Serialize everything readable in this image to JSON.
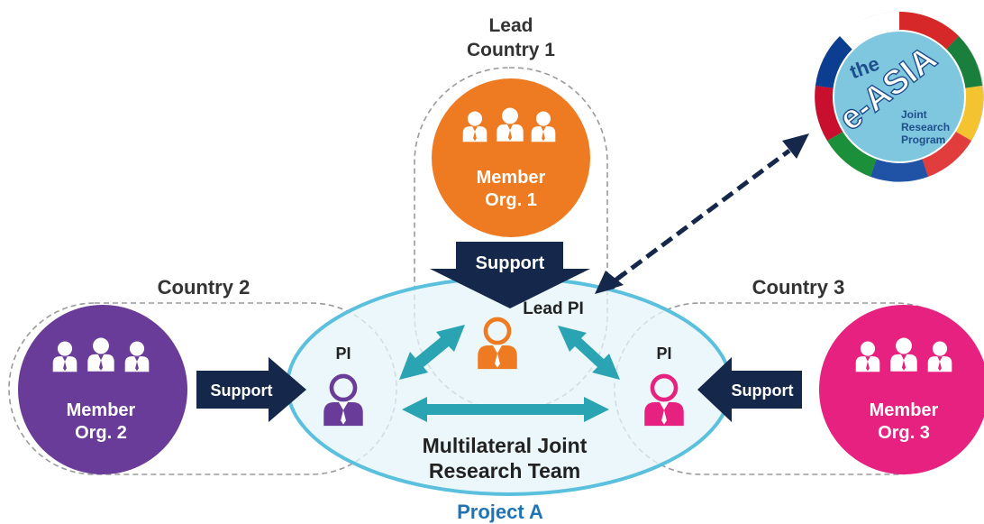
{
  "labels": {
    "lead_country_line1": "Lead",
    "lead_country_line2": "Country 1",
    "country2": "Country 2",
    "country3": "Country 3",
    "project": "Project A",
    "team_line1": "Multilateral Joint",
    "team_line2": "Research Team"
  },
  "orgs": {
    "org1": {
      "line1": "Member",
      "line2": "Org. 1",
      "color": "#EE7A22"
    },
    "org2": {
      "line1": "Member",
      "line2": "Org. 2",
      "color": "#6A3C9A"
    },
    "org3": {
      "line1": "Member",
      "line2": "Org. 3",
      "color": "#E6217F"
    }
  },
  "support": {
    "top": "Support",
    "left": "Support",
    "right": "Support"
  },
  "pis": {
    "lead": "Lead PI",
    "left": "PI",
    "right": "PI"
  },
  "logo": {
    "line1": "the",
    "line2": "e-ASIA",
    "line3": "Joint",
    "line4": "Research",
    "line5": "Program"
  },
  "colors": {
    "navy": "#15284B",
    "teal": "#2AA3B2",
    "ellipse_fill": "#E4F4F8",
    "ellipse_stroke": "#5BC0DE",
    "project_label": "#1F74B8",
    "logo_fill": "#7FC7DE",
    "logo_text": "#1F4E8C"
  }
}
